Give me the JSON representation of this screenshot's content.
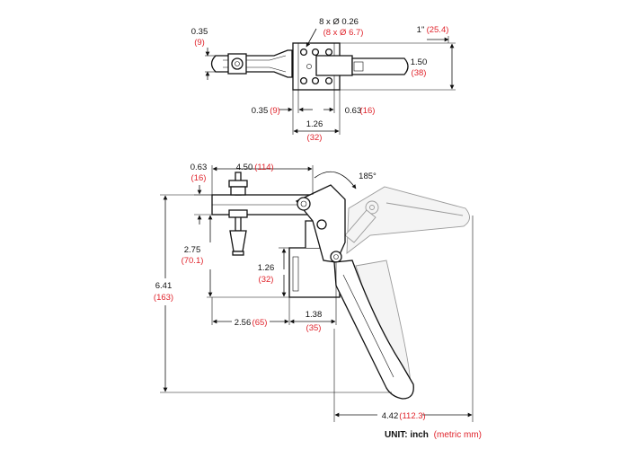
{
  "top_view": {
    "dim_left_in": "0.35",
    "dim_left_mm": "(9)",
    "holes_in": "8 x Ø 0.26",
    "holes_mm": "(8 x Ø 6.7)",
    "dim_right_in": "1\"",
    "dim_right_mm": "(25.4)",
    "dim_height_in": "1.50",
    "dim_height_mm": "(38)",
    "dim_bottom_left_in": "0.35",
    "dim_bottom_left_mm": "(9)",
    "dim_bottom_right_in": "0.63",
    "dim_bottom_right_mm": "(16)",
    "dim_base_in": "1.26",
    "dim_base_mm": "(32)"
  },
  "side_view": {
    "dim_a_in": "0.63",
    "dim_a_mm": "(16)",
    "dim_reach_in": "4.50",
    "dim_reach_mm": "(114)",
    "angle": "185°",
    "dim_h275_in": "2.75",
    "dim_h275_mm": "(70.1)",
    "dim_h126_in": "1.26",
    "dim_h126_mm": "(32)",
    "dim_h641_in": "6.41",
    "dim_h641_mm": "(163)",
    "dim_256_in": "2.56",
    "dim_256_mm": "(65)",
    "dim_138_in": "1.38",
    "dim_138_mm": "(35)",
    "dim_442_in": "4.42",
    "dim_442_mm": "(112.3)"
  },
  "units": {
    "label": "UNIT: inch",
    "metric": "(metric mm)"
  },
  "colors": {
    "imperial": "#111111",
    "metric": "#e0242c"
  }
}
